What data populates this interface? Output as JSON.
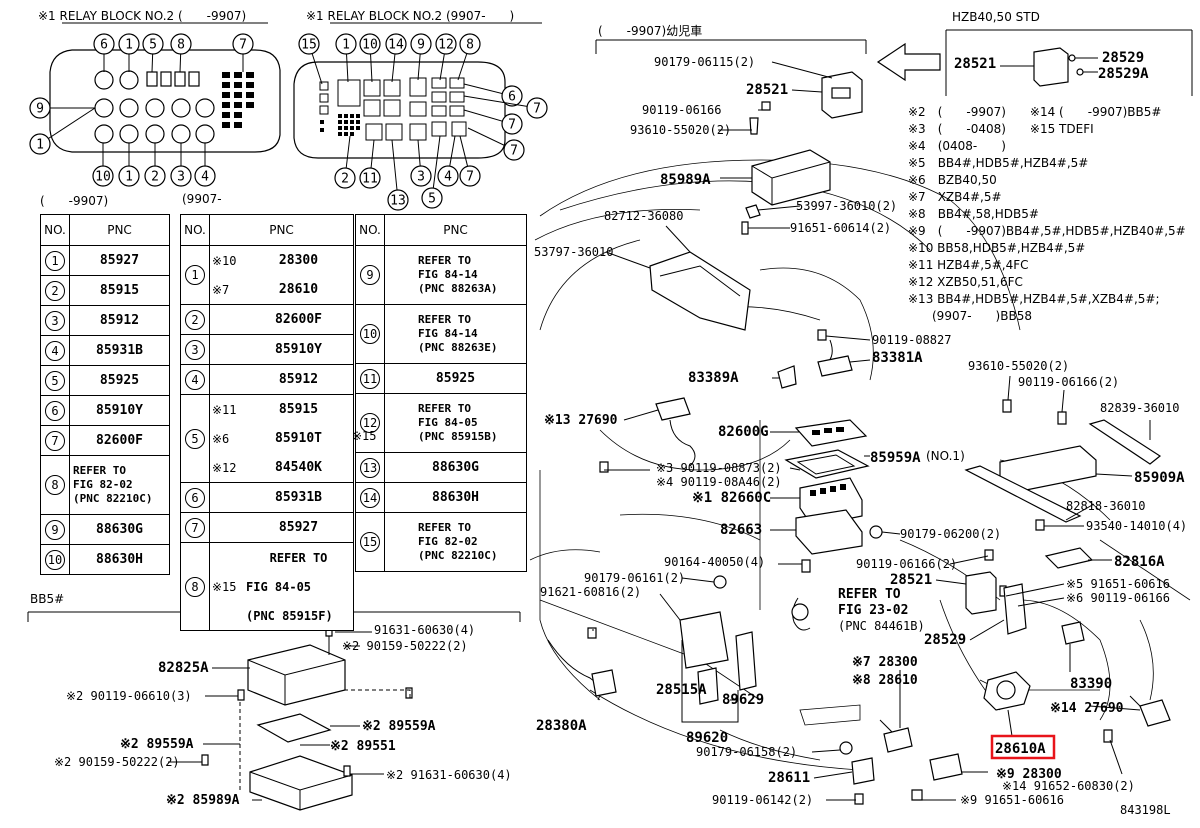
{
  "relay1": {
    "title": "※1 RELAY BLOCK NO.2 (　　-9907)",
    "top": [
      "6",
      "1",
      "5",
      "8",
      "7"
    ],
    "left": [
      "9",
      "1"
    ],
    "bottom": [
      "10",
      "1",
      "2",
      "3",
      "4"
    ]
  },
  "relay2": {
    "title": "※1 RELAY BLOCK NO.2 (9907-　　)",
    "top": [
      "15",
      "1",
      "10",
      "14",
      "9",
      "12",
      "8"
    ],
    "right": [
      "6",
      "7",
      "7",
      "7"
    ],
    "bottom": [
      "2",
      "11",
      "13",
      "3",
      "5",
      "4",
      "7"
    ]
  },
  "table1": {
    "caption": "(　　-9907)",
    "head_no": "NO.",
    "head_pnc": "PNC",
    "rows": [
      {
        "no": "1",
        "pnc": "85927"
      },
      {
        "no": "2",
        "pnc": "85915"
      },
      {
        "no": "3",
        "pnc": "85912"
      },
      {
        "no": "4",
        "pnc": "85931B"
      },
      {
        "no": "5",
        "pnc": "85925"
      },
      {
        "no": "6",
        "pnc": "85910Y"
      },
      {
        "no": "7",
        "pnc": "82600F"
      },
      {
        "no": "8",
        "pnc": "REFER TO\nFIG 82-02\n(PNC 82210C)"
      },
      {
        "no": "9",
        "pnc": "88630G"
      },
      {
        "no": "10",
        "pnc": "88630H"
      }
    ]
  },
  "table2": {
    "caption": "(9907-",
    "head_no": "NO.",
    "head_pnc": "PNC",
    "left_rows": [
      {
        "no": "1",
        "lines": [
          {
            "mark": "※10",
            "pnc": "28300"
          },
          {
            "mark": "※7",
            "pnc": "28610"
          }
        ]
      },
      {
        "no": "2",
        "lines": [
          {
            "mark": "",
            "pnc": "82600F"
          }
        ]
      },
      {
        "no": "3",
        "lines": [
          {
            "mark": "",
            "pnc": "85910Y"
          }
        ]
      },
      {
        "no": "4",
        "lines": [
          {
            "mark": "",
            "pnc": "85912"
          }
        ]
      },
      {
        "no": "5",
        "lines": [
          {
            "mark": "※11",
            "pnc": "85915"
          },
          {
            "mark": "※6",
            "pnc": "85910T"
          },
          {
            "mark": "※12",
            "pnc": "84540K"
          }
        ]
      },
      {
        "no": "6",
        "lines": [
          {
            "mark": "",
            "pnc": "85931B"
          }
        ]
      },
      {
        "no": "7",
        "lines": [
          {
            "mark": "",
            "pnc": "85927"
          }
        ]
      },
      {
        "no": "8",
        "lines": [
          {
            "mark": "",
            "pnc": "REFER TO"
          },
          {
            "mark": "※15",
            "pnc": "FIG 84-05"
          },
          {
            "mark": "",
            "pnc": "(PNC 85915F)"
          }
        ]
      }
    ],
    "right_rows": [
      {
        "no": "9",
        "pnc": "REFER TO\nFIG 84-14\n(PNC 88263A)"
      },
      {
        "no": "10",
        "pnc": "REFER TO\nFIG 84-14\n(PNC 88263E)"
      },
      {
        "no": "11",
        "pnc": "85925"
      },
      {
        "no": "12",
        "pnc": "REFER TO\nFIG 84-05\n(PNC 85915B)",
        "mark": "※15"
      },
      {
        "no": "13",
        "pnc": "88630G"
      },
      {
        "no": "14",
        "pnc": "88630H"
      },
      {
        "no": "15",
        "pnc": "REFER TO\nFIG 82-02\n(PNC 82210C)"
      }
    ]
  },
  "bb5": {
    "caption": "BB5#",
    "labels": [
      "91631-60630(4)",
      "※2 90159-50222(2)",
      "82825A",
      "※2 90119-06610(3)",
      "※2 89559A",
      "※2 89559A",
      "※2 89551",
      "※2 90159-50222(2)",
      "※2 91631-60630(4)",
      "※2 85989A"
    ]
  },
  "main": {
    "top_caption": "(　　-9907)幼児車",
    "hzb_caption": "HZB40,50 STD",
    "labels": [
      "90179-06115(2)",
      "28521",
      "90119-06166",
      "93610-55020(2)",
      "85989A",
      "82712-36080",
      "53797-36010",
      "53997-36010(2)",
      "91651-60614(2)",
      "90119-08827",
      "83381A",
      "83389A",
      "※13 27690",
      "82600G",
      "85959A",
      "(NO.1)",
      "※3 90119-08873(2)",
      "※4 90119-08A46(2)",
      "※1 82660C",
      "82663",
      "90179-06200(2)",
      "90164-40050(4)",
      "90179-06161(2)",
      "91621-60816(2)",
      "90119-06166(2)",
      "28521",
      "REFER TO",
      "FIG 23-02",
      "(PNC 84461B)",
      "28529",
      "28515A",
      "89629",
      "※7 28300",
      "※8 28610",
      "28380A",
      "89620",
      "90179-06158(2)",
      "28611",
      "90119-06142(2)",
      "※9 28300",
      "※9 91651-60616",
      "※14 91652-60830(2)",
      "※14 27690",
      "83390",
      "※5 91651-60616",
      "※6 90119-06166",
      "82816A",
      "93540-14010(4)",
      "82818-36010",
      "85909A",
      "82839-36010",
      "93610-55020(2)",
      "90119-06166(2)",
      "28521",
      "28529",
      "28529A"
    ],
    "highlight": "28610A",
    "figure_code": "843198L"
  },
  "notes": [
    "※2　(　　-9907)　　※14 (　　-9907)BB5#",
    "※3　(　　-0408)　　※15 TDEFI",
    "※4　(0408-　　)",
    "※5　BB4#,HDB5#,HZB4#,5#",
    "※6　BZB40,50",
    "※7　XZB4#,5#",
    "※8　BB4#,58,HDB5#",
    "※9　(　　-9907)BB4#,5#,HDB5#,HZB40#,5#",
    "※10 BB58,HDB5#,HZB4#,5#",
    "※11 HZB4#,5#,4FC",
    "※12 XZB50,51,6FC",
    "※13 BB4#,HDB5#,HZB4#,5#,XZB4#,5#;",
    "　　(9907-　　)BB58"
  ],
  "colors": {
    "highlight": "#e8141a",
    "ink": "#000000"
  }
}
